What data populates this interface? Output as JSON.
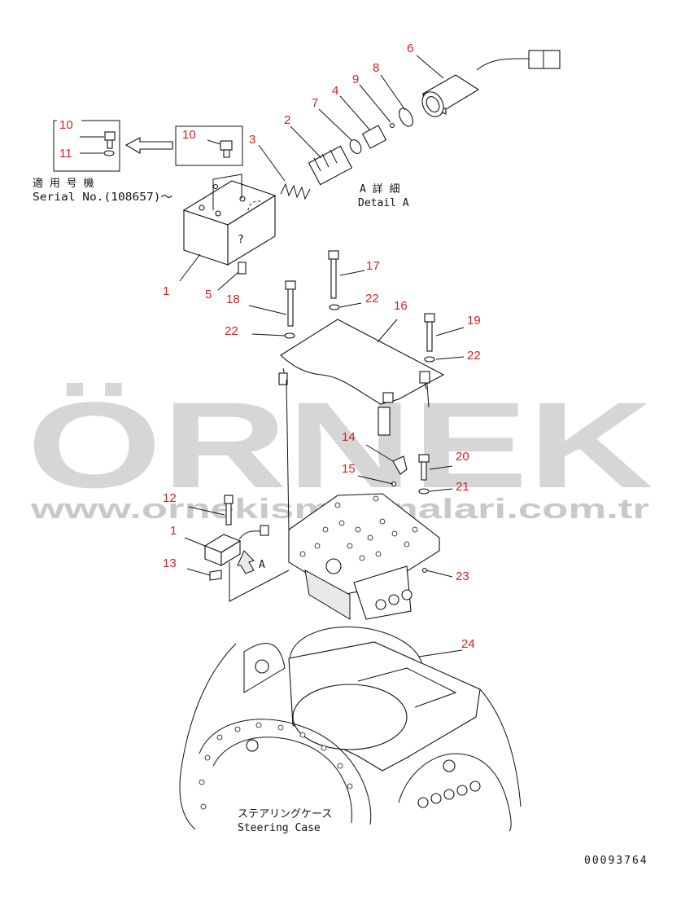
{
  "callouts": {
    "c6": "6",
    "c8": "8",
    "c9": "9",
    "c4": "4",
    "c7": "7",
    "c2": "2",
    "c3": "3",
    "c10a": "10",
    "c11": "11",
    "c10b": "10",
    "c1a": "1",
    "c5": "5",
    "c18": "18",
    "c17": "17",
    "c22a": "22",
    "c16": "16",
    "c22b": "22",
    "c19": "19",
    "c22c": "22",
    "c14": "14",
    "c15": "15",
    "c20": "20",
    "c21": "21",
    "c12": "12",
    "c1b": "1",
    "c13": "13",
    "c23": "23",
    "c24": "24"
  },
  "labels": {
    "applicable_jp": "適 用 号 機",
    "serial": "Serial No.(108657)～",
    "detail_jp": "A 詳 細",
    "detail_en": "Detail A",
    "view_a": "A",
    "case_jp": "ステアリングケース",
    "case_en": "Steering Case",
    "part_code": "00093764"
  },
  "watermark": {
    "brand": "ÖRNEK",
    "url": "www.ornekismakinalari.com.tr",
    "color_main": "#c9c9c9",
    "color_accent": "#f4cf4a"
  }
}
